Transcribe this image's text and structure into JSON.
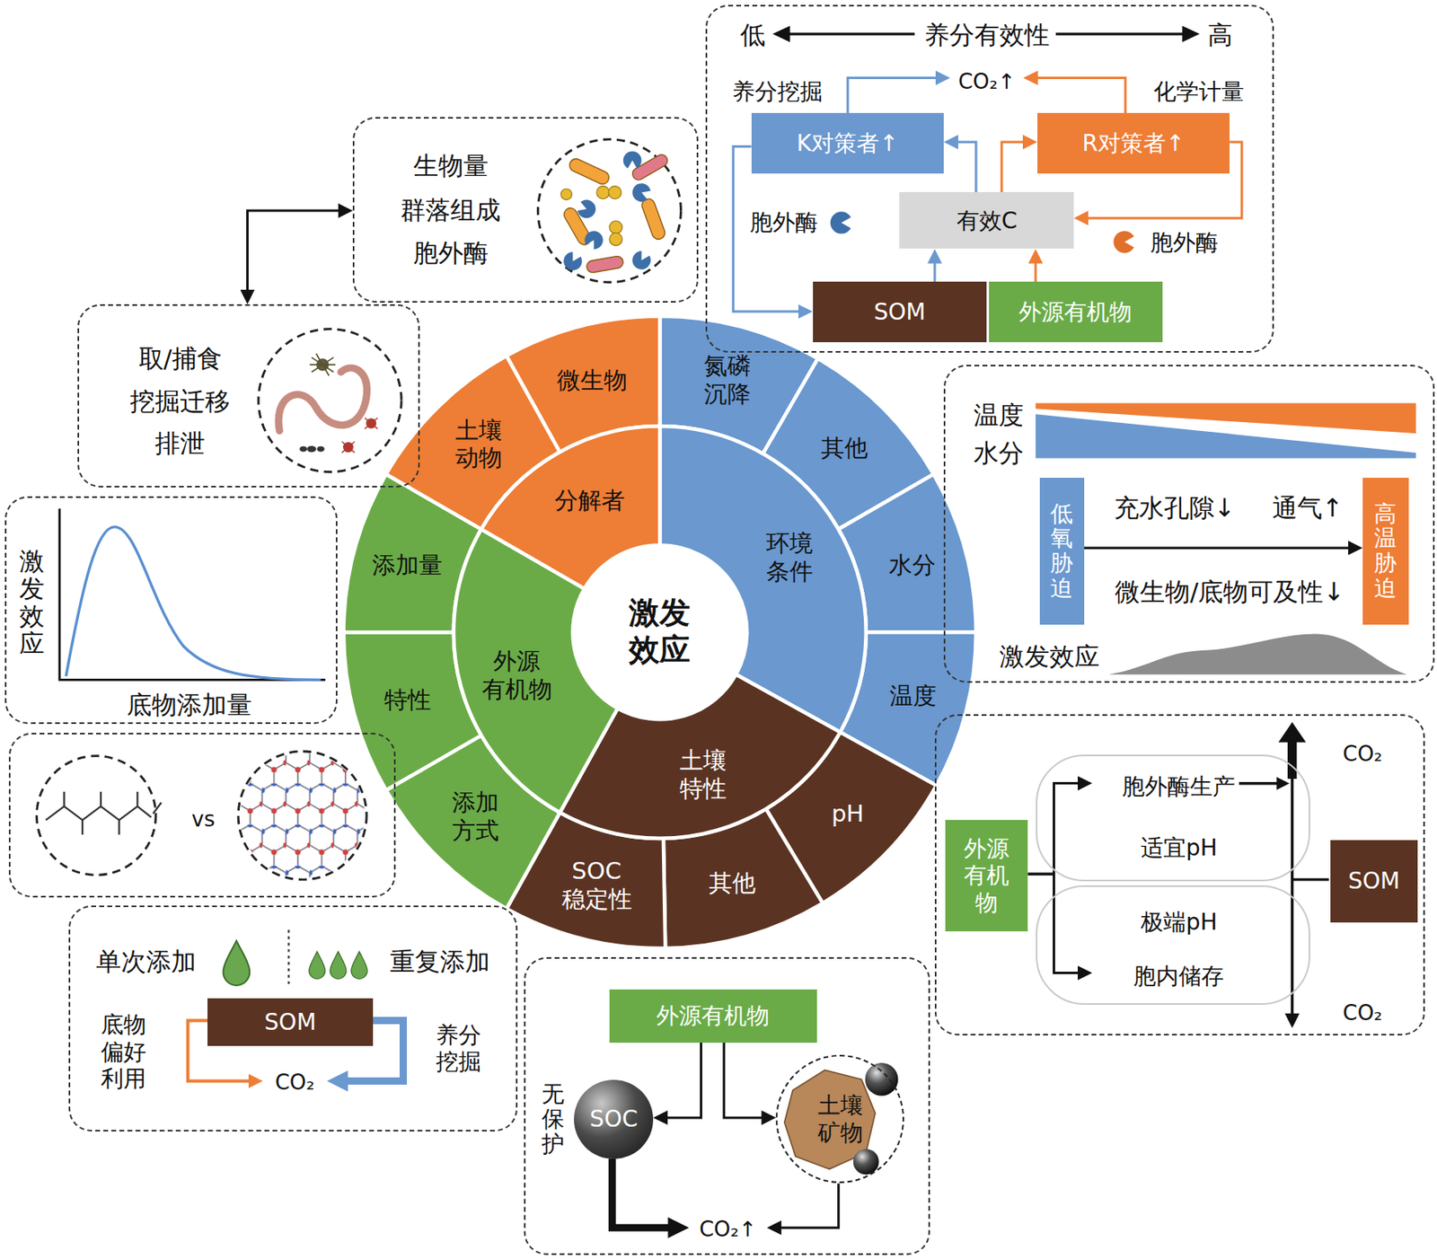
{
  "diagram": {
    "nodes": [
      {
        "text": [
          "低",
          "养分有效性",
          "高"
        ]
      },
      {
        "text": [
          "CO₂↑"
        ],
        "in": 0
      },
      {
        "text": [
          "K对策者↑"
        ],
        "in": 0
      },
      {
        "text": [
          "R对策者↑"
        ],
        "in": 0
      },
      {
        "text": [
          "有效C"
        ],
        "in": 0
      },
      {
        "text": [
          "SOM"
        ],
        "in": 0
      },
      {
        "text": [
          "外源有机物"
        ],
        "in": 0
      },
      {
        "text": [
          "生物量",
          "群落组成",
          "胞外酶"
        ]
      },
      {
        "text": [
          "取/捕食",
          "挖掘迁移",
          "排泄"
        ]
      },
      {
        "text": [
          "激发效应",
          "底物添加量"
        ]
      },
      {
        "text": [
          "vs"
        ]
      },
      {
        "text": [
          "单次添加",
          "重复添加"
        ]
      },
      {
        "text": [
          "SOM"
        ],
        "in": 11
      },
      {
        "text": [
          "CO₂"
        ],
        "in": 11
      },
      {
        "text": [
          "无保护"
        ]
      },
      {
        "text": [
          "外源有机物"
        ],
        "in": 14
      },
      {
        "text": [
          "SOC"
        ],
        "in": 14
      },
      {
        "text": [
          "土壤 矿物"
        ],
        "in": 14
      },
      {
        "text": [
          "CO₂↑"
        ],
        "in": 14
      },
      {
        "text": [
          "温度",
          "水分",
          "充水孔隙↓",
          "通气↑",
          "微生物/底物可及性↓",
          "激发效应"
        ]
      },
      {
        "text": [
          "低氧胁迫"
        ],
        "in": 19
      },
      {
        "text": [
          "高温胁迫"
        ],
        "in": 19
      },
      {
        "text": [
          "CO₂",
          "CO₂"
        ]
      },
      {
        "text": [
          "外源 有机 物"
        ],
        "in": 22
      },
      {
        "text": [
          "胞外酶生产",
          "适宜pH"
        ],
        "in": 22
      },
      {
        "text": [
          "极端pH",
          "胞内储存"
        ],
        "in": 22
      },
      {
        "text": [
          "SOM"
        ],
        "in": 22
      },
      {
        "text": [
          "激发 效应"
        ]
      },
      {
        "text": [
          "环境 条件"
        ]
      },
      {
        "text": [
          "氮磷 沉降"
        ]
      },
      {
        "text": [
          "其他"
        ]
      },
      {
        "text": [
          "水分"
        ]
      },
      {
        "text": [
          "温度"
        ]
      },
      {
        "text": [
          "土壤 特性"
        ]
      },
      {
        "text": [
          "pH"
        ]
      },
      {
        "text": [
          "其他"
        ]
      },
      {
        "text": [
          "SOC 稳定性"
        ]
      },
      {
        "text": [
          "外源 有机物"
        ]
      },
      {
        "text": [
          "添加 方式"
        ]
      },
      {
        "text": [
          "特性"
        ]
      },
      {
        "text": [
          "添加量"
        ]
      },
      {
        "text": [
          "分解者"
        ]
      },
      {
        "text": [
          "土壤 动物"
        ]
      },
      {
        "text": [
          "微生物"
        ]
      }
    ],
    "edges": [
      {
        "from": 2,
        "to": 1,
        "arrow": "to",
        "label": "养分挖掘"
      },
      {
        "from": 3,
        "to": 1,
        "arrow": "to",
        "label": "化学计量"
      },
      {
        "from": 4,
        "to": 2,
        "arrow": "to"
      },
      {
        "from": 4,
        "to": 3,
        "arrow": "to"
      },
      {
        "from": 2,
        "to": 5,
        "arrow": "to",
        "label": "胞外酶"
      },
      {
        "from": 3,
        "to": 4,
        "arrow": "to",
        "label": "胞外酶"
      },
      {
        "from": 5,
        "to": 4,
        "arrow": "to"
      },
      {
        "from": 6,
        "to": 4,
        "arrow": "to"
      },
      {
        "from": 7,
        "to": 8,
        "arrow": "both"
      },
      {
        "from": 12,
        "to": 13,
        "arrow": "to",
        "label": "底物 偏好 利用"
      },
      {
        "from": 12,
        "to": 13,
        "arrow": "to",
        "label": "养分 挖掘"
      },
      {
        "from": 15,
        "to": 16,
        "arrow": "to"
      },
      {
        "from": 15,
        "to": 17,
        "arrow": "to"
      },
      {
        "from": 16,
        "to": 18,
        "arrow": "to"
      },
      {
        "from": 17,
        "to": 18,
        "arrow": "to"
      },
      {
        "from": 20,
        "to": 21,
        "arrow": "to"
      },
      {
        "from": 23,
        "to": 24,
        "arrow": "to"
      },
      {
        "from": 23,
        "to": 25,
        "arrow": "to"
      }
    ]
  }
}
